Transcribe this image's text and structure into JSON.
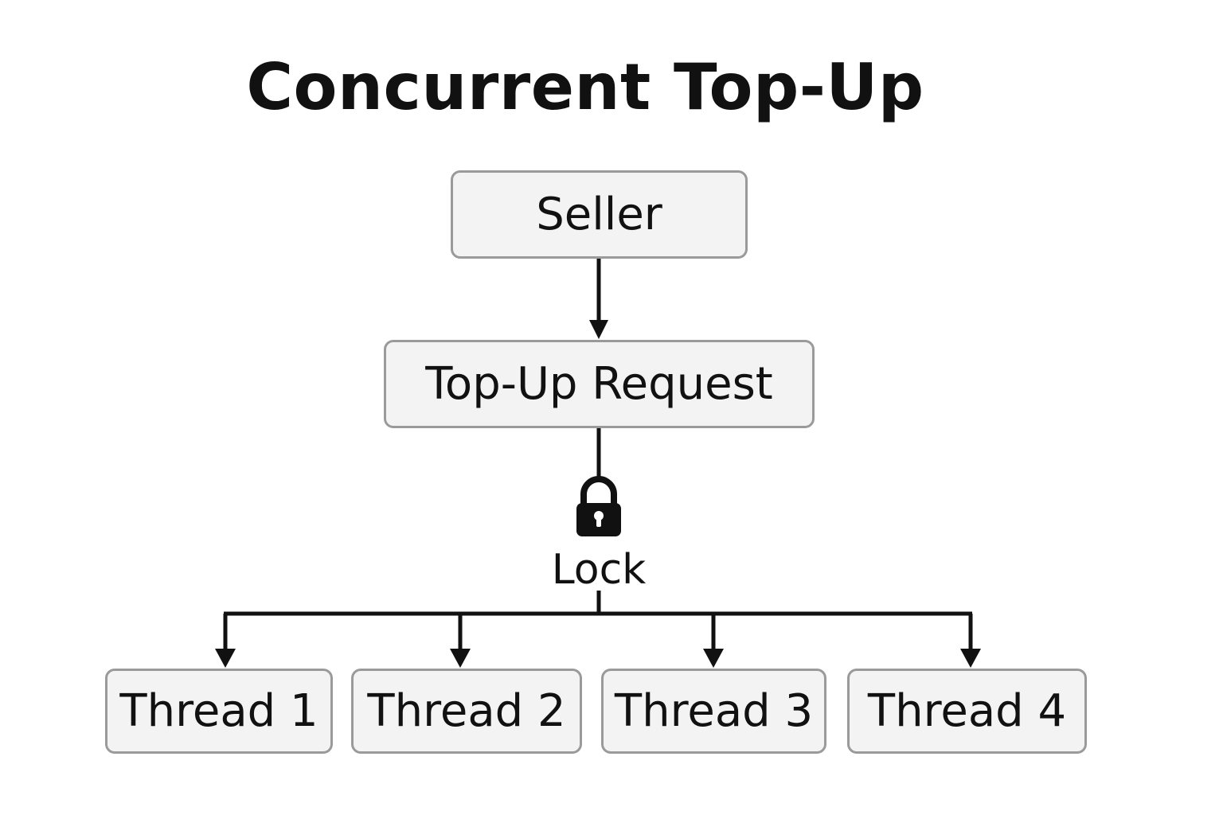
{
  "title": "Concurrent Top-Up",
  "nodes": {
    "seller": "Seller",
    "request": "Top-Up Request",
    "threads": [
      "Thread 1",
      "Thread 2",
      "Thread 3",
      "Thread 4"
    ]
  },
  "lock": {
    "label": "Lock",
    "icon": "padlock-icon"
  },
  "edges": [
    {
      "from": "Seller",
      "to": "Top-Up Request"
    },
    {
      "from": "Top-Up Request",
      "to": "Lock"
    },
    {
      "from": "Lock",
      "to": "Thread 1"
    },
    {
      "from": "Lock",
      "to": "Thread 2"
    },
    {
      "from": "Lock",
      "to": "Thread 3"
    },
    {
      "from": "Lock",
      "to": "Thread 4"
    }
  ],
  "colors": {
    "box_fill": "#f3f3f3",
    "box_border": "#9a9a9a",
    "line": "#111111"
  }
}
